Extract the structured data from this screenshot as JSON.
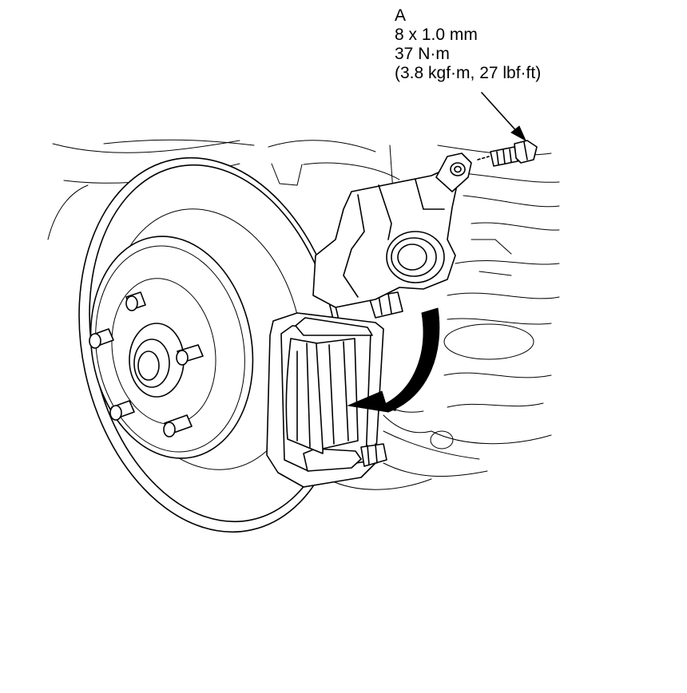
{
  "callout": {
    "part_letter": "A",
    "thread_size": "8 x 1.0 mm",
    "torque_nm": "37 N·m",
    "torque_alt": "(3.8 kgf·m, 27 lbf·ft)"
  },
  "colors": {
    "line": "#000000",
    "background": "#ffffff"
  }
}
